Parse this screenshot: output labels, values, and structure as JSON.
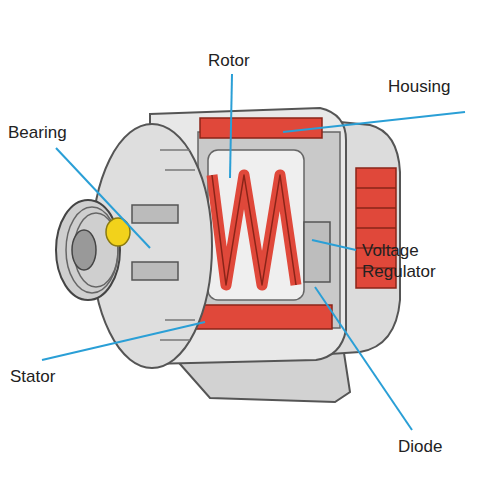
{
  "diagram": {
    "labels": [
      "Rotor",
      "Housing",
      "Bearing",
      "Voltage Regulator",
      "Stator",
      "Diode"
    ]
  }
}
